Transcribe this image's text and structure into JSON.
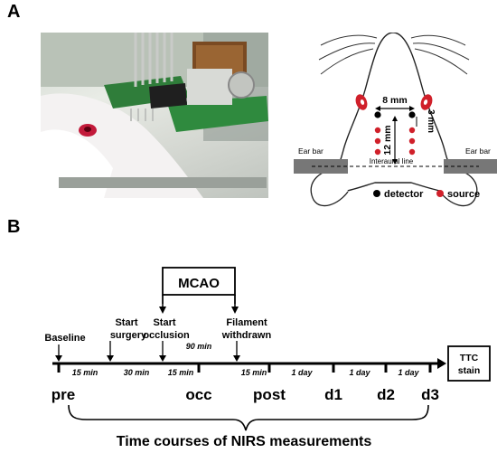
{
  "panels": {
    "a": "A",
    "b": "B"
  },
  "schematic": {
    "ear_bar_left": "Ear bar",
    "ear_bar_right": "Ear bar",
    "width_label": "8 mm",
    "length_label": "12 mm",
    "offset_label": "3 mm",
    "interaural_label": "Interaural line",
    "legend": [
      {
        "label": "detector",
        "color": "#000000"
      },
      {
        "label": "source",
        "color": "#d0202a"
      }
    ]
  },
  "timeline": {
    "mcao_label": "MCAO",
    "events": [
      {
        "label_line1": "",
        "label_line2": "Baseline"
      },
      {
        "label_line1": "Start",
        "label_line2": "surgery"
      },
      {
        "label_line1": "Start",
        "label_line2": "occlusion"
      },
      {
        "label_line1": "Filament",
        "label_line2": "withdrawn"
      }
    ],
    "intervals_below": [
      "15 min",
      "30 min",
      "15 min",
      "15 min",
      "1 day",
      "1 day",
      "1 day"
    ],
    "interval_above": "90 min",
    "end_box_line1": "TTC",
    "end_box_line2": "stain",
    "timepoints": [
      "pre",
      "occ",
      "post",
      "d1",
      "d2",
      "d3"
    ],
    "caption": "Time courses of NIRS measurements"
  }
}
